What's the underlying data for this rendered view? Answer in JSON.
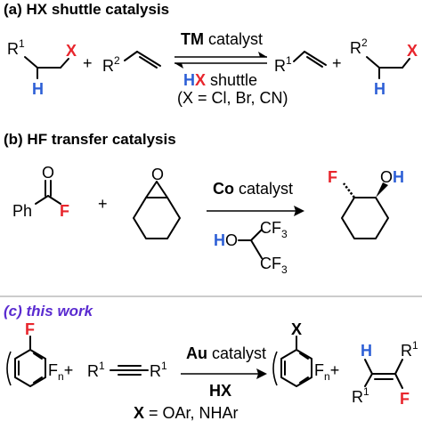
{
  "panel_a": {
    "heading": "(a) HX shuttle catalysis",
    "r1": "R",
    "r1_sup": "1",
    "r2": "R",
    "r2_sup": "2",
    "x": "X",
    "h": "H",
    "plus": "+",
    "cat_bold": "TM",
    "cat_rest": " catalyst",
    "hx_h": "H",
    "hx_x": "X",
    "shuttle": " shuttle",
    "conditions": "(X = Cl, Br, CN)"
  },
  "panel_b": {
    "heading": "(b) HF transfer catalysis",
    "ph": "Ph",
    "o": "O",
    "f": "F",
    "plus": "+",
    "cat_bold": "Co",
    "cat_rest": " catalyst",
    "ho_h": "H",
    "ho_o": "O",
    "cf3": "CF",
    "cf3_sub": "3",
    "prod_f": "F",
    "prod_o": "O",
    "prod_h": "H"
  },
  "panel_c": {
    "heading": "(c) this work",
    "f": "F",
    "fn": "F",
    "fn_sub": "n",
    "plus": "+",
    "r": "R",
    "r_sup": "1",
    "cat_bold": "Au",
    "cat_rest": " catalyst",
    "hx": "HX",
    "cond_x": "X",
    "cond_rest": " = OAr, NHAr",
    "prod_x": "X",
    "prod_h": "H",
    "prod_f": "F"
  },
  "colors": {
    "red": "#e8262d",
    "blue": "#2d5fd6",
    "purple": "#5a2bd0"
  }
}
